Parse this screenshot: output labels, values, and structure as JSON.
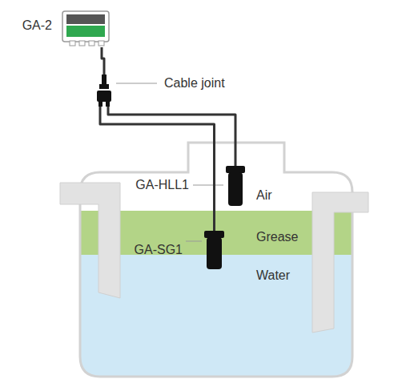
{
  "diagram": {
    "nodes": [
      {
        "text": [
          "GA-2"
        ]
      },
      {
        "text": [
          "Cable joint"
        ]
      },
      {
        "text": [
          "GA-HLL1"
        ]
      },
      {
        "text": [
          "GA-SG1"
        ]
      }
    ],
    "edges": [
      {
        "from": 0,
        "to": 1,
        "arrow": "none"
      },
      {
        "from": 1,
        "to": 2,
        "arrow": "none"
      },
      {
        "from": 1,
        "to": 3,
        "arrow": "none"
      }
    ],
    "labels": [
      "Air",
      "Grease",
      "Water"
    ]
  }
}
